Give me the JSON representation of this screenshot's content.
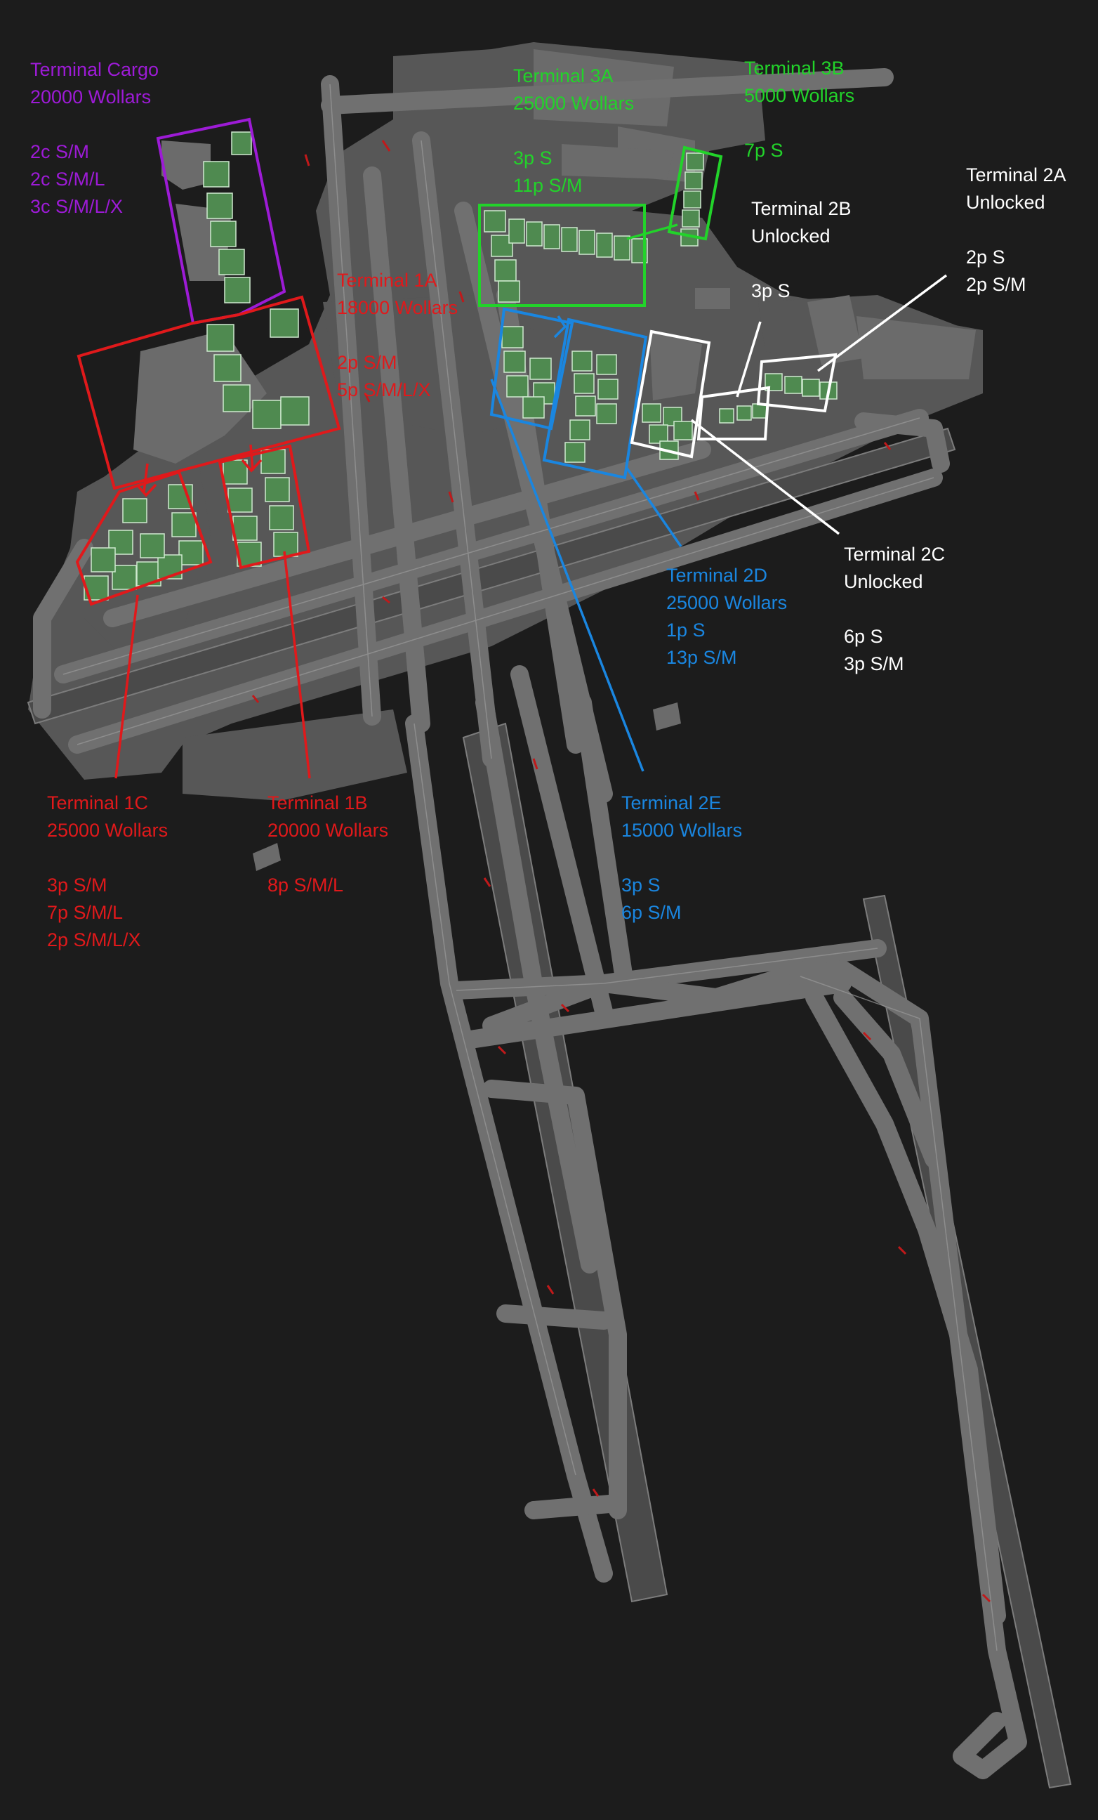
{
  "colors": {
    "background": "#1c1c1c",
    "ground": "#5a5a5a",
    "taxiway": "#6e6e6e",
    "runway": "#4a4a4a",
    "stand": "#4f8a50",
    "cargo": "#9d1bd6",
    "terminal1": "#e0191b",
    "terminal2de": "#1a86e0",
    "terminal3": "#22d32a",
    "unlocked": "#ffffff"
  },
  "terminals": {
    "cargo": {
      "name": "Terminal Cargo",
      "cost": "20000 Wollars",
      "stands": [
        "2c S/M",
        "2c S/M/L",
        "3c S/M/L/X"
      ]
    },
    "t3a": {
      "name": "Terminal 3A",
      "cost": "25000 Wollars",
      "stands": [
        "3p S",
        "11p S/M"
      ]
    },
    "t3b": {
      "name": "Terminal 3B",
      "cost": "5000 Wollars",
      "stands": [
        "7p S"
      ]
    },
    "t2b": {
      "name": "Terminal 2B",
      "cost": "Unlocked",
      "stands": [
        "3p S"
      ]
    },
    "t2a": {
      "name": "Terminal 2A",
      "cost": "Unlocked",
      "stands": [
        "2p S",
        "2p S/M"
      ]
    },
    "t1a": {
      "name": "Terminal 1A",
      "cost": "18000 Wollars",
      "stands": [
        "2p S/M",
        "5p S/M/L/X"
      ]
    },
    "t2d": {
      "name": "Terminal 2D",
      "cost": "25000 Wollars",
      "stands": [
        "1p S",
        "13p S/M"
      ]
    },
    "t2c": {
      "name": "Terminal 2C",
      "cost": "Unlocked",
      "stands": [
        "6p S",
        "3p S/M"
      ]
    },
    "t1c": {
      "name": "Terminal 1C",
      "cost": "25000 Wollars",
      "stands": [
        "3p S/M",
        "7p S/M/L",
        "2p S/M/L/X"
      ]
    },
    "t1b": {
      "name": "Terminal 1B",
      "cost": "20000 Wollars",
      "stands": [
        "8p S/M/L"
      ]
    },
    "t2e": {
      "name": "Terminal 2E",
      "cost": "15000 Wollars",
      "stands": [
        "3p S",
        "6p S/M"
      ]
    }
  }
}
